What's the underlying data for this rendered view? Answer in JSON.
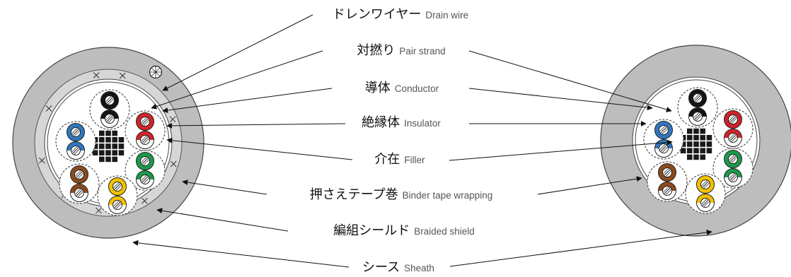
{
  "diagram": {
    "title": "",
    "labels": [
      {
        "id": "drain-wire",
        "jp": "ドレンワイヤー",
        "en": "Drain wire"
      },
      {
        "id": "pair-strand",
        "jp": "対撚り",
        "en": "Pair strand"
      },
      {
        "id": "conductor",
        "jp": "導体",
        "en": "Conductor"
      },
      {
        "id": "insulator",
        "jp": "絶縁体",
        "en": "Insulator"
      },
      {
        "id": "filler",
        "jp": "介在",
        "en": "Filler"
      },
      {
        "id": "binder-tape",
        "jp": "押さえテープ巻",
        "en": "Binder tape wrapping"
      },
      {
        "id": "braided-shield",
        "jp": "編組シールド",
        "en": "Braided shield"
      },
      {
        "id": "sheath",
        "jp": "シース",
        "en": "Sheath"
      }
    ],
    "cables": [
      {
        "id": "shielded-cable",
        "shielded": true
      },
      {
        "id": "unshielded-cable",
        "shielded": false
      }
    ],
    "colors": {
      "sheath": "#bdbdbd",
      "shield": "#d6d6d6",
      "inner": "#ffffff",
      "pair_black": "#141414",
      "pair_red": "#d2232a",
      "pair_green": "#1b9a4a",
      "pair_yellow": "#f2c200",
      "pair_brown": "#8b4a1e",
      "pair_blue": "#2f77be",
      "filler": "#1a1a1a",
      "stroke": "#222222"
    }
  }
}
